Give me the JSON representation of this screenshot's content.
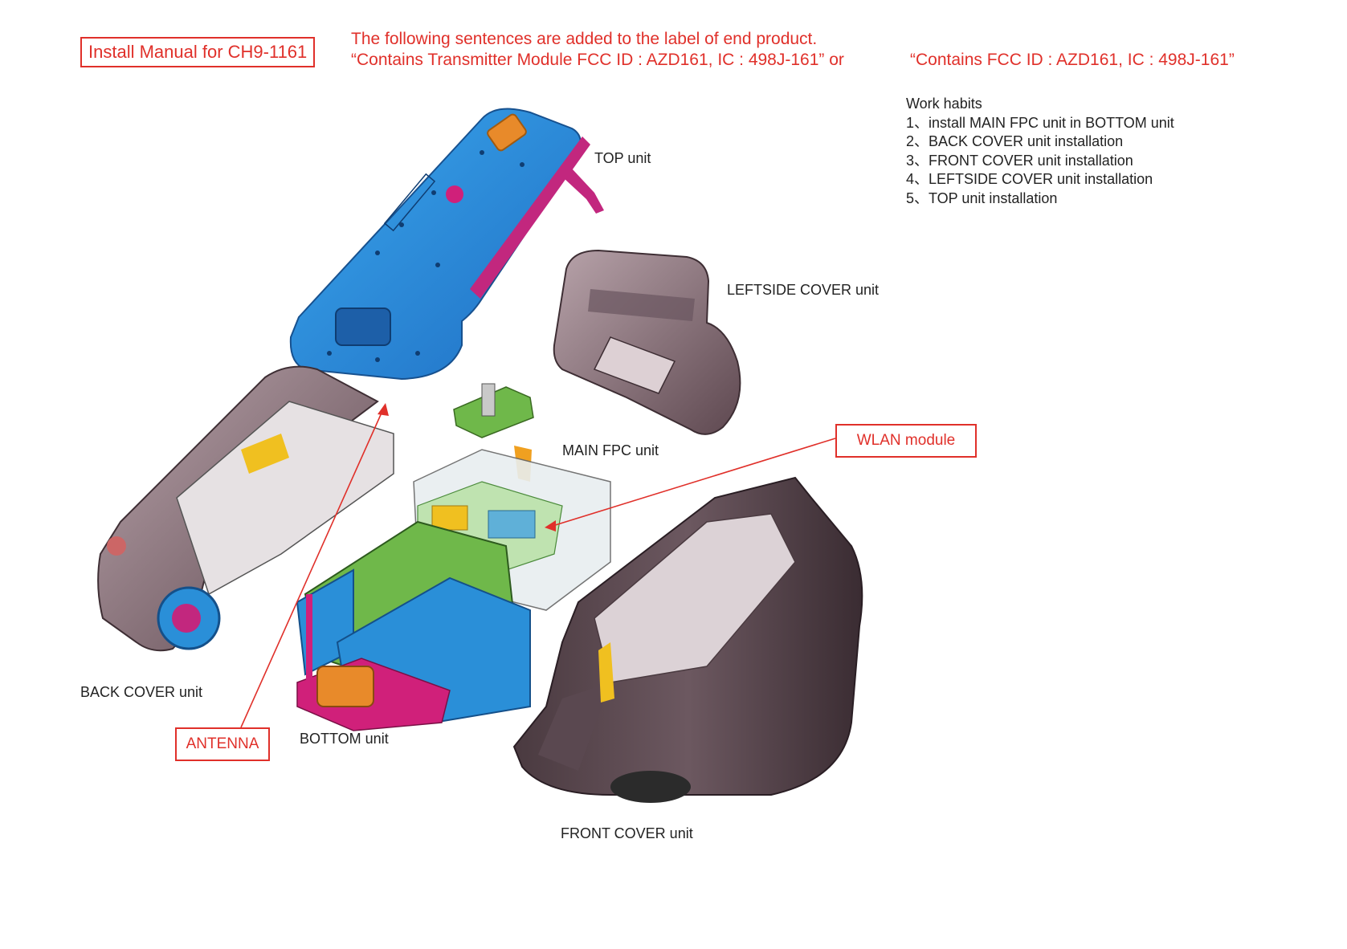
{
  "header": {
    "title": "Install Manual for CH9-1161",
    "notice_line1": "The following sentences are added to the label of end product.",
    "notice_line2a": "“Contains Transmitter Module FCC ID : AZD161, IC : 498J-161” or",
    "notice_line2b": "“Contains FCC ID : AZD161, IC : 498J-161”"
  },
  "work_habits": {
    "heading": "Work habits",
    "steps": [
      "1、install MAIN FPC unit in BOTTOM unit",
      "2、BACK COVER unit installation",
      "3、FRONT COVER unit installation",
      "4、LEFTSIDE COVER unit installation",
      "5、TOP unit installation"
    ]
  },
  "labels": {
    "top_unit": "TOP unit",
    "leftside_cover_unit": "LEFTSIDE  COVER unit",
    "main_fpc_unit": "MAIN FPC unit",
    "back_cover_unit": "BACK COVER unit",
    "bottom_unit": "BOTTOM unit",
    "front_cover_unit": "FRONT COVER unit",
    "wlan_module": "WLAN module",
    "antenna": "ANTENNA"
  },
  "colors": {
    "accent_red": "#e0302a",
    "top_unit_blue": "#2a8fd8",
    "cover_mauve": "#8a6f78",
    "board_green": "#6fb84a",
    "magenta": "#d0207a",
    "orange": "#e88a2a",
    "yellow": "#f0c020"
  }
}
